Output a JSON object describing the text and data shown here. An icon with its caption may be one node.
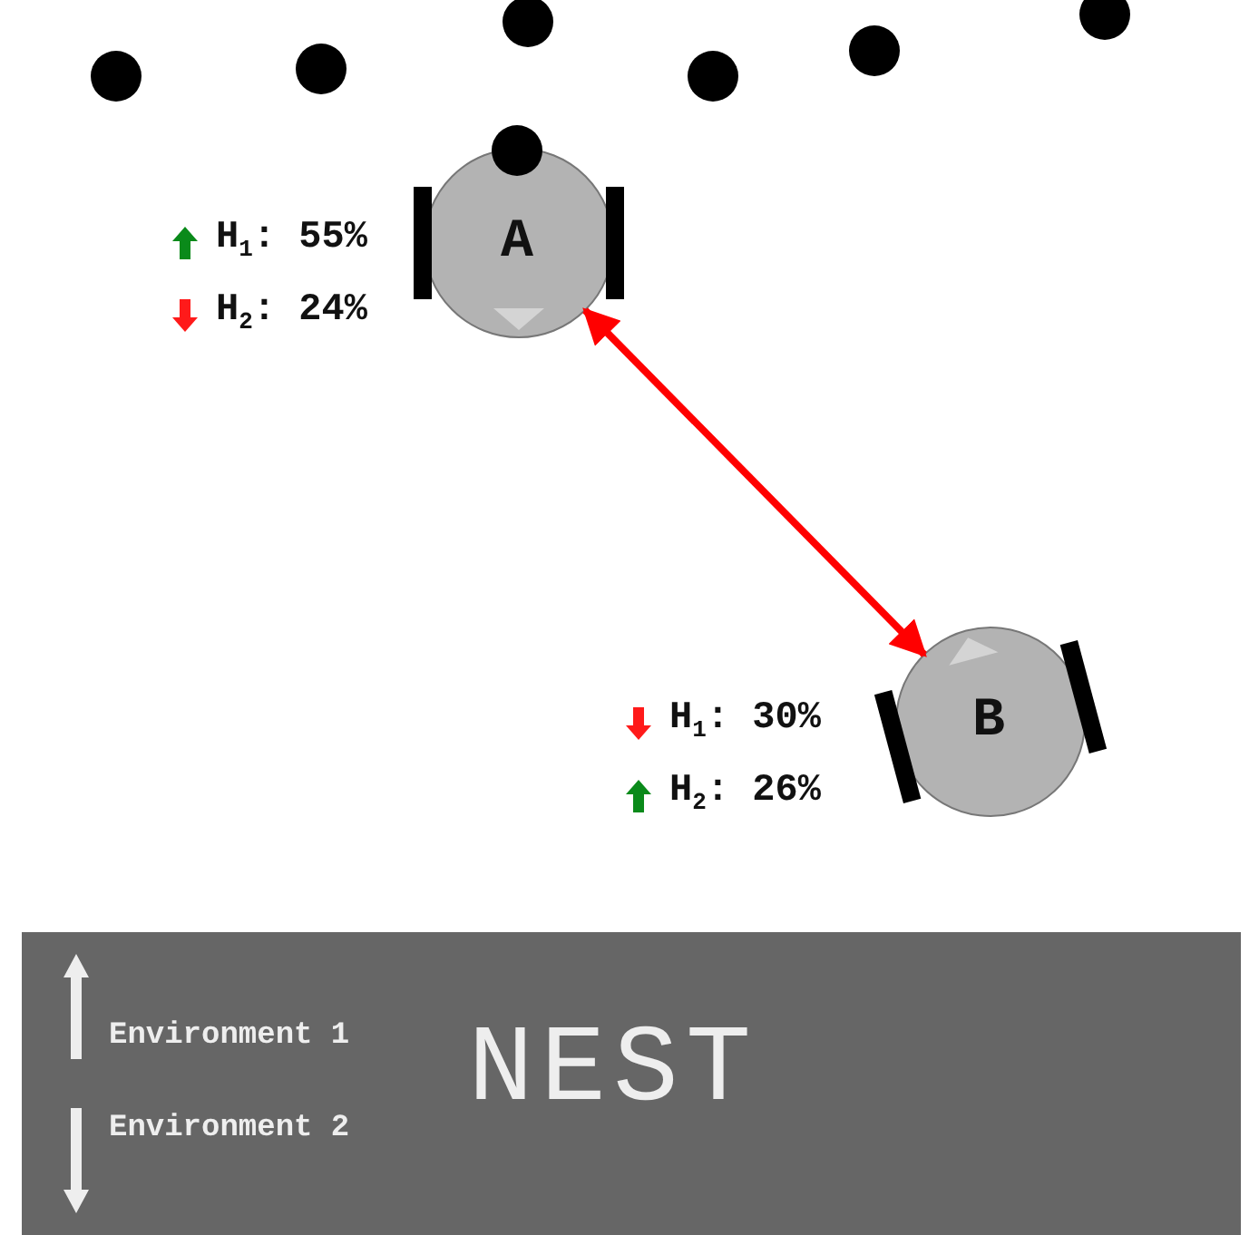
{
  "diagram": {
    "nodes": [
      {
        "text": [
          "A"
        ],
        "beside": [
          "H$_{1}$: 55%",
          "H$_{2}$: 24%"
        ]
      },
      {
        "text": [
          "B"
        ],
        "beside": [
          "H$_{1}$: 30%",
          "H$_{2}$: 26%"
        ]
      },
      {
        "text": [
          "Environment 1",
          "NEST",
          "Environment 2"
        ]
      }
    ],
    "edges": [
      {
        "from": 0,
        "to": 1,
        "arrow": "both",
        "color": "#ff0000"
      }
    ]
  }
}
